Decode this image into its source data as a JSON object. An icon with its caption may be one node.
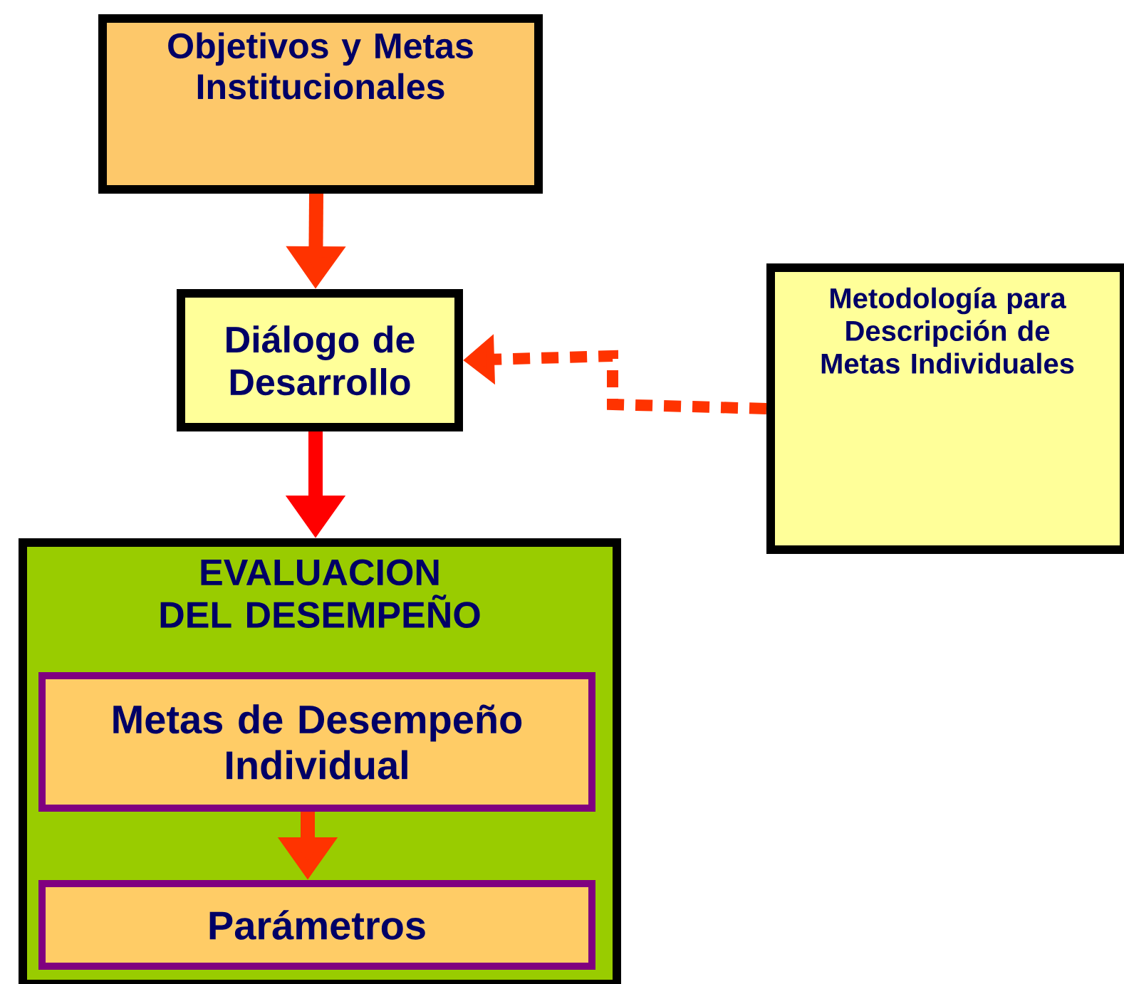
{
  "diagram": {
    "nodes": [
      {
        "text": [
          "Objetivos  y Metas Institucionales"
        ]
      },
      {
        "text": [
          "Diálogo de Desarrollo"
        ]
      },
      {
        "text": [
          "Metodología para Descripción de Metas Individuales"
        ]
      },
      {
        "text": [
          "EVALUACION DEL DESEMPEÑO"
        ]
      },
      {
        "text": [
          "Metas de Desempeño Individual"
        ],
        "in": 3
      },
      {
        "text": [
          "Parámetros"
        ],
        "in": 3
      }
    ],
    "edges": [
      {
        "from": 0,
        "to": 1,
        "arrow": "to"
      },
      {
        "from": 1,
        "to": 3,
        "arrow": "to",
        "color": "#ff0000"
      },
      {
        "from": 2,
        "to": 1,
        "arrow": "to",
        "style": "dashed"
      },
      {
        "from": 4,
        "to": 5,
        "arrow": "to"
      }
    ]
  }
}
